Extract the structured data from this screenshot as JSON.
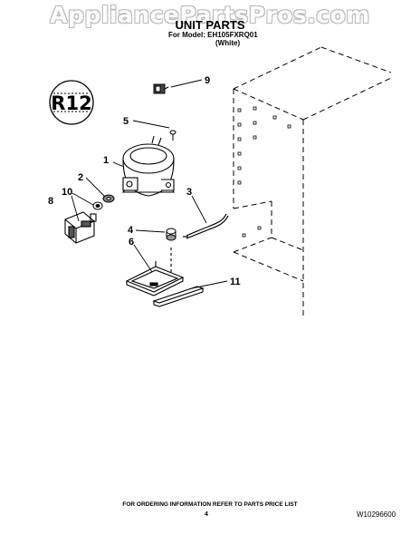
{
  "header": {
    "watermark": "AppliancePartsPros.com",
    "title": "UNIT PARTS",
    "model_line": "For Model: EH105FXRQ01",
    "color_line": "(White)"
  },
  "refrigerant_badge": "R12",
  "callouts": [
    "1",
    "2",
    "3",
    "4",
    "5",
    "6",
    "8",
    "9",
    "10",
    "11"
  ],
  "footer": {
    "note": "FOR ORDERING INFORMATION REFER TO PARTS PRICE LIST",
    "page": "4",
    "doc_number": "W10296600"
  }
}
